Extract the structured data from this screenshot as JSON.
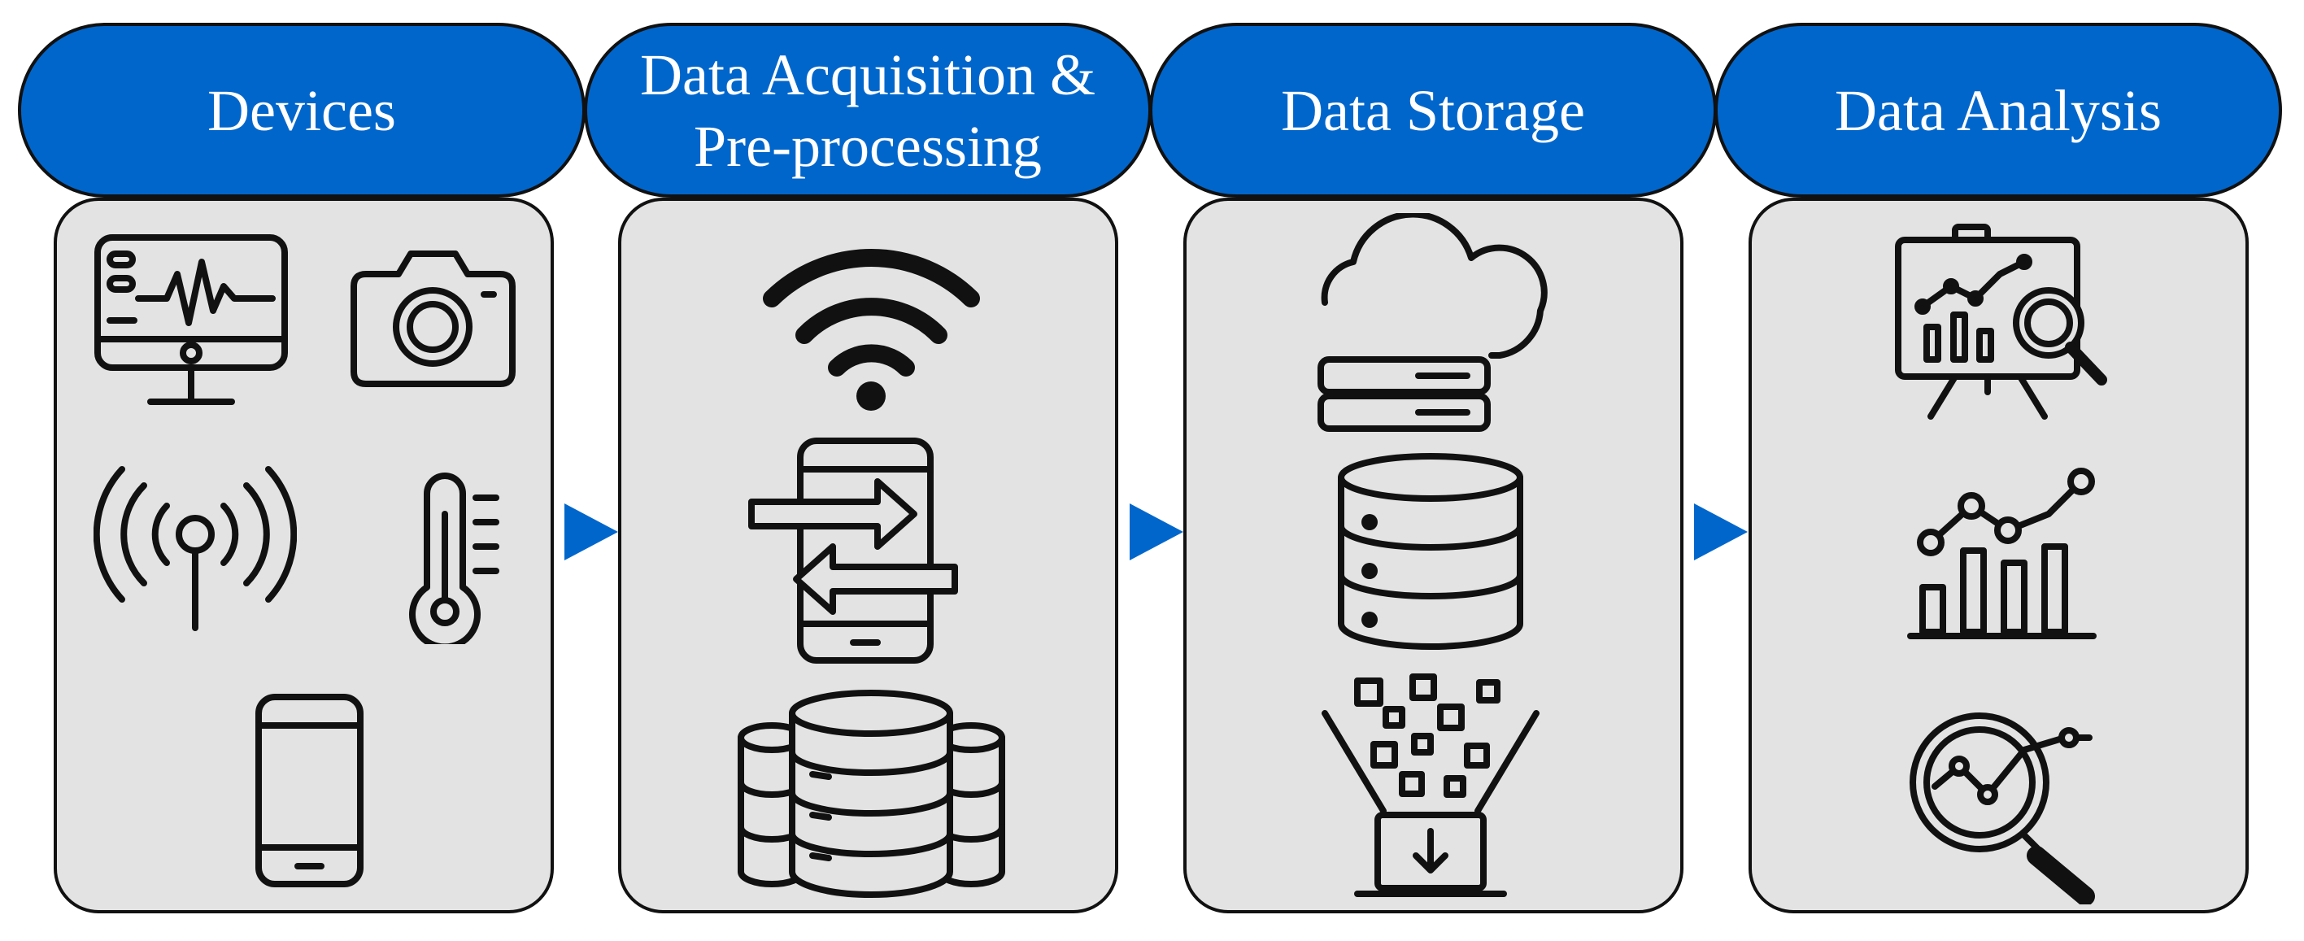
{
  "stages": [
    {
      "title_lines": [
        "Devices"
      ],
      "icons": [
        "monitor-icon",
        "camera-icon",
        "antenna-icon",
        "thermometer-icon",
        "smartphone-icon"
      ]
    },
    {
      "title_lines": [
        "Data Acquisition &",
        "Pre-processing"
      ],
      "icons": [
        "wifi-icon",
        "phone-transfer-icon",
        "database-cluster-icon"
      ]
    },
    {
      "title_lines": [
        "Data Storage"
      ],
      "icons": [
        "cloud-server-icon",
        "database-icon",
        "data-funnel-laptop-icon"
      ]
    },
    {
      "title_lines": [
        "Data Analysis"
      ],
      "icons": [
        "presentation-board-icon",
        "line-bar-chart-icon",
        "magnifier-chart-icon"
      ]
    }
  ],
  "colors": {
    "header_fill": "#0066CC",
    "header_text": "#FFFFFF",
    "panel_fill": "#E3E3E3",
    "outline": "#111111",
    "arrow": "#0066CC"
  }
}
